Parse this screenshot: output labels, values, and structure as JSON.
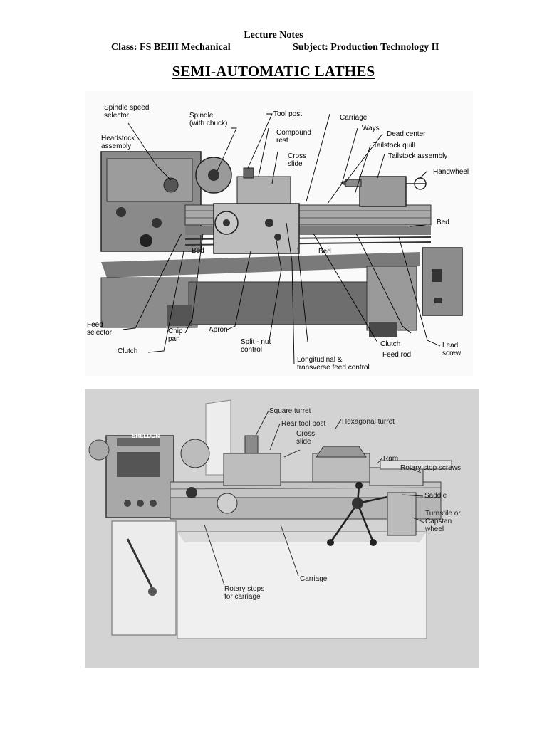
{
  "header": {
    "line1": "Lecture Notes",
    "class": "Class: FS BEIII Mechanical",
    "subject": "Subject: Production Technology II"
  },
  "title": "SEMI-AUTOMATIC LATHES",
  "figure1": {
    "labels": {
      "spindle_speed_selector": "Spindle speed\nselector",
      "spindle": "Spindle\n(with chuck)",
      "tool_post": "Tool post",
      "carriage": "Carriage",
      "compound_rest": "Compound\nrest",
      "ways": "Ways",
      "dead_center": "Dead center",
      "headstock_assembly": "Headstock\nassembly",
      "cross_slide": "Cross\nslide",
      "tailstock_quill": "Tailstock quill",
      "tailstock_assembly": "Tailstock assembly",
      "handwheel": "Handwheel",
      "bed_right": "Bed",
      "bed_left": "Bed",
      "bed_center": "Bed",
      "feed_selector": "Feed\nselector",
      "chip_pan": "Chip\npan",
      "apron": "Apron",
      "split_nut_control": "Split - nut\ncontrol",
      "clutch_center": "Clutch",
      "lead_screw": "Lead screw",
      "clutch_left": "Clutch",
      "feed_rod": "Feed rod",
      "long_transverse_feed_control": "Longitudinal &\ntransverse feed control"
    }
  },
  "figure2": {
    "labels": {
      "square_turret": "Square turret",
      "rear_tool_post": "Rear tool post",
      "hexagonal_turret": "Hexagonal turret",
      "cross_slide": "Cross\nslide",
      "ram": "Ram",
      "rotary_stop_screws": "Rotary stop screws",
      "saddle": "Saddle",
      "turnstile_capstan": "Turnstile or\nCapstan\nwheel",
      "carriage": "Carriage",
      "rotary_stops_carriage": "Rotary stops\nfor carriage",
      "nameplate": "SHELDON"
    }
  }
}
